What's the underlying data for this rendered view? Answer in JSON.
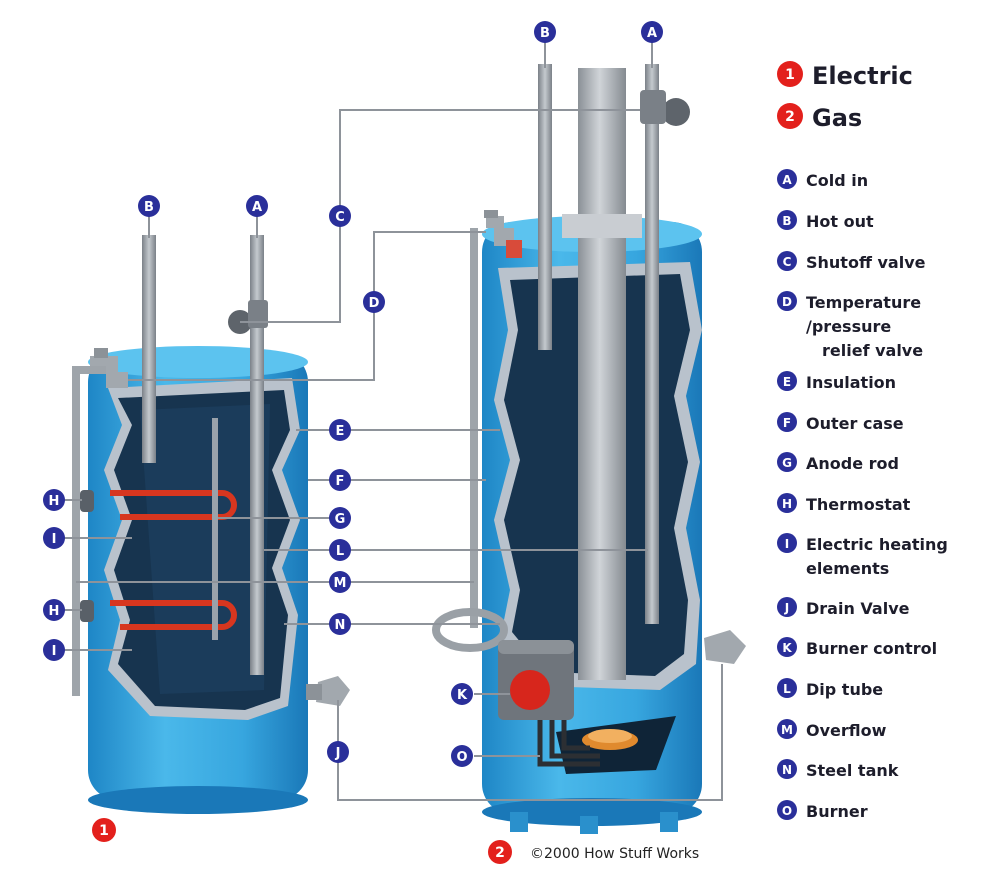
{
  "types": [
    {
      "badge": "1",
      "label": "Electric"
    },
    {
      "badge": "2",
      "label": "Gas"
    }
  ],
  "legend": [
    {
      "badge": "A",
      "lines": [
        "Cold in"
      ]
    },
    {
      "badge": "B",
      "lines": [
        "Hot out"
      ]
    },
    {
      "badge": "C",
      "lines": [
        "Shutoff valve"
      ]
    },
    {
      "badge": "D",
      "lines": [
        "Temperature",
        "/pressure",
        "relief valve"
      ]
    },
    {
      "badge": "E",
      "lines": [
        "Insulation"
      ]
    },
    {
      "badge": "F",
      "lines": [
        "Outer case"
      ]
    },
    {
      "badge": "G",
      "lines": [
        "Anode rod"
      ]
    },
    {
      "badge": "H",
      "lines": [
        "Thermostat"
      ]
    },
    {
      "badge": "I",
      "lines": [
        "Electric heating",
        "elements"
      ]
    },
    {
      "badge": "J",
      "lines": [
        "Drain Valve"
      ]
    },
    {
      "badge": "K",
      "lines": [
        "Burner control"
      ]
    },
    {
      "badge": "L",
      "lines": [
        "Dip tube"
      ]
    },
    {
      "badge": "M",
      "lines": [
        "Overflow"
      ]
    },
    {
      "badge": "N",
      "lines": [
        "Steel tank"
      ]
    },
    {
      "badge": "O",
      "lines": [
        "Burner"
      ]
    }
  ],
  "callouts": {
    "electric": [
      {
        "badge": "B"
      },
      {
        "badge": "A"
      },
      {
        "badge": "C"
      },
      {
        "badge": "D"
      },
      {
        "badge": "E"
      },
      {
        "badge": "F"
      },
      {
        "badge": "G"
      },
      {
        "badge": "L"
      },
      {
        "badge": "M"
      },
      {
        "badge": "N"
      },
      {
        "badge": "H"
      },
      {
        "badge": "I"
      },
      {
        "badge": "H"
      },
      {
        "badge": "I"
      },
      {
        "badge": "J"
      },
      {
        "badge": "1"
      }
    ],
    "gas": [
      {
        "badge": "B"
      },
      {
        "badge": "A"
      },
      {
        "badge": "K"
      },
      {
        "badge": "O"
      },
      {
        "badge": "2"
      }
    ]
  },
  "credit": "©2000 How Stuff Works",
  "colors": {
    "badge_blue": "#2a2f9a",
    "badge_red": "#e3201c",
    "outer_case": "#33a7e0",
    "insulation": "#b9c2cc",
    "tank_interior": "#17344f",
    "pipe": "#9ea4aa",
    "heating_element": "#d7361f",
    "leader_line": "#8e939a"
  }
}
